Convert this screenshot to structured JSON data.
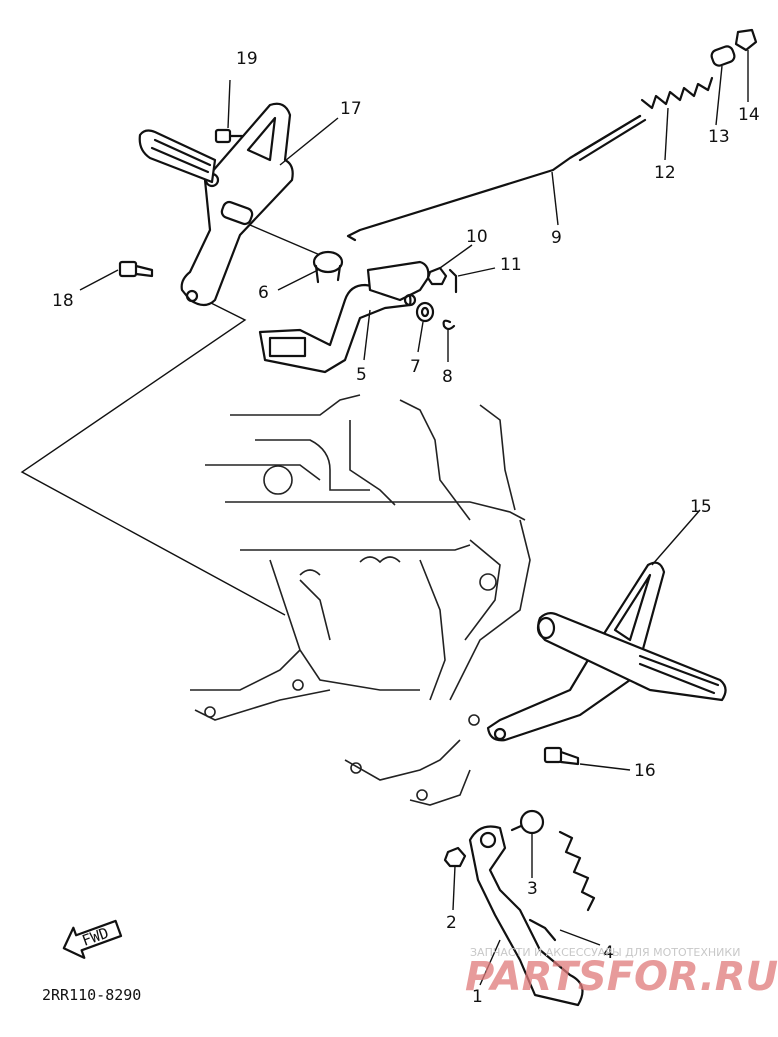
{
  "callouts": {
    "n1": "1",
    "n2": "2",
    "n3": "3",
    "n4": "4",
    "n5": "5",
    "n6": "6",
    "n7": "7",
    "n8": "8",
    "n9": "9",
    "n10": "10",
    "n11": "11",
    "n12": "12",
    "n13": "13",
    "n14": "14",
    "n15": "15",
    "n16": "16",
    "n17": "17",
    "n18": "18",
    "n19": "19"
  },
  "fwd_label": "FWD",
  "diagram_code": "2RR110-8290",
  "watermark": {
    "tagline": "ЗАПЧАСТИ И АКСЕССУАРЫ ДЛЯ МОТОТЕХНИКИ",
    "logo": "PARTSFOR.RU",
    "color": "#e07a7a"
  }
}
